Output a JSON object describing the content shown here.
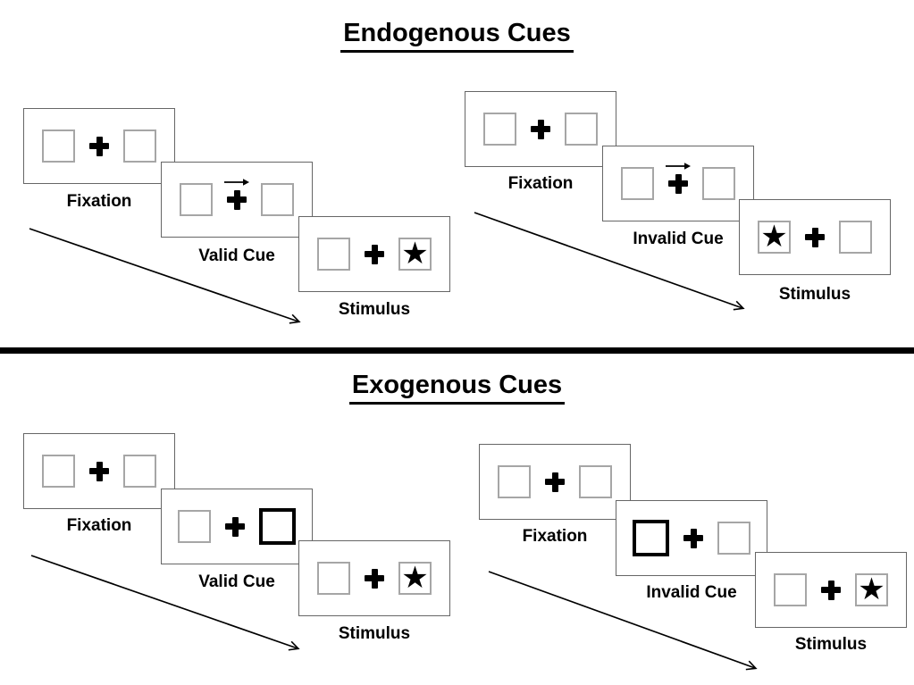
{
  "glyphs": {
    "star": "★"
  },
  "colors": {
    "background": "#ffffff",
    "ink": "#000000",
    "panel_border": "#666666",
    "placeholder_border": "#a6a6a6",
    "cue_highlight_border": "#000000"
  },
  "sections": [
    {
      "title": "Endogenous Cues",
      "sequences": [
        {
          "name": "valid-trial",
          "panels": [
            {
              "label": "Fixation"
            },
            {
              "label": "Valid Cue"
            },
            {
              "label": "Stimulus"
            }
          ]
        },
        {
          "name": "invalid-trial",
          "panels": [
            {
              "label": "Fixation"
            },
            {
              "label": "Invalid Cue"
            },
            {
              "label": "Stimulus"
            }
          ]
        }
      ]
    },
    {
      "title": "Exogenous Cues",
      "sequences": [
        {
          "name": "valid-trial",
          "panels": [
            {
              "label": "Fixation"
            },
            {
              "label": "Valid Cue"
            },
            {
              "label": "Stimulus"
            }
          ]
        },
        {
          "name": "invalid-trial",
          "panels": [
            {
              "label": "Fixation"
            },
            {
              "label": "Invalid Cue"
            },
            {
              "label": "Stimulus"
            }
          ]
        }
      ]
    }
  ]
}
